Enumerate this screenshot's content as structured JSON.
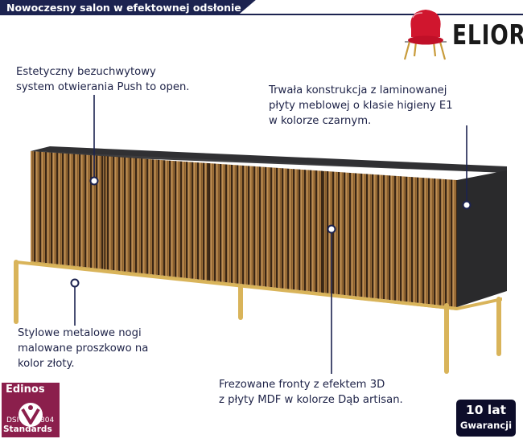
{
  "header": {
    "title": "Nowoczesny salon w efektownej odsłonie"
  },
  "brand": {
    "name": "ELIOR",
    "icon": "red-chair-logo-icon",
    "color": "#d0162e"
  },
  "notes": {
    "push_line1": "Estetyczny bezuchwytowy",
    "push_line2": "system otwierania Push to open.",
    "board_line1": "Trwała konstrukcja z laminowanej",
    "board_line2": "płyty meblowej o klasie higieny E1",
    "board_line3": "w kolorze czarnym.",
    "legs_line1": "Stylowe metalowe nogi",
    "legs_line2": "malowane proszkowo na",
    "legs_line3": "kolor złoty.",
    "fronts_line1": "Frezowane fronty z efektem 3D",
    "fronts_line2": "z płyty MDF w kolorze Dąb artisan."
  },
  "badges": {
    "edinos": {
      "name": "Edinos",
      "dsi": "DSI",
      "number": "804",
      "standards": "Standards",
      "color": "#8b1f4c"
    },
    "warranty": {
      "years": "10 lat",
      "label": "Gwarancji"
    }
  },
  "colors": {
    "navy": "#1c2350",
    "oak": "#9a6a33",
    "body": "#2b2b2e",
    "gold": "#d9b45a"
  }
}
